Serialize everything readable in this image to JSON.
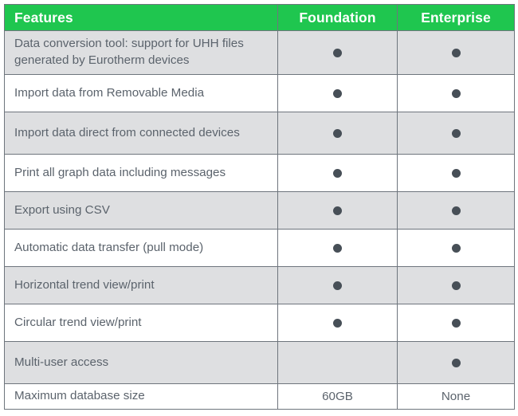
{
  "table": {
    "columns": [
      {
        "key": "feature",
        "label": "Features",
        "align": "left"
      },
      {
        "key": "foundation",
        "label": "Foundation",
        "align": "center"
      },
      {
        "key": "enterprise",
        "label": "Enterprise",
        "align": "center"
      }
    ],
    "colors": {
      "header_background": "#1FC64F",
      "header_text": "#FFFFFF",
      "row_shaded_background": "#DEDFE1",
      "row_plain_background": "#FFFFFF",
      "border": "#6E757D",
      "body_text": "#5B636C",
      "bullet": "#474F57"
    },
    "rows": [
      {
        "feature": "Data conversion tool: support for UHH files generated by Eurotherm devices",
        "foundation": "●",
        "enterprise": "●",
        "foundation_type": "bullet",
        "enterprise_type": "bullet",
        "shaded": true
      },
      {
        "feature": "Import data from Removable Media",
        "foundation": "●",
        "enterprise": "●",
        "foundation_type": "bullet",
        "enterprise_type": "bullet",
        "shaded": false
      },
      {
        "feature": "Import data direct from connected devices",
        "foundation": "●",
        "enterprise": "●",
        "foundation_type": "bullet",
        "enterprise_type": "bullet",
        "shaded": true
      },
      {
        "feature": "Print all graph data including messages",
        "foundation": "●",
        "enterprise": "●",
        "foundation_type": "bullet",
        "enterprise_type": "bullet",
        "shaded": false
      },
      {
        "feature": "Export using CSV",
        "foundation": "●",
        "enterprise": "●",
        "foundation_type": "bullet",
        "enterprise_type": "bullet",
        "shaded": true
      },
      {
        "feature": "Automatic data transfer (pull mode)",
        "foundation": "●",
        "enterprise": "●",
        "foundation_type": "bullet",
        "enterprise_type": "bullet",
        "shaded": false
      },
      {
        "feature": "Horizontal trend view/print",
        "foundation": "●",
        "enterprise": "●",
        "foundation_type": "bullet",
        "enterprise_type": "bullet",
        "shaded": true
      },
      {
        "feature": "Circular trend view/print",
        "foundation": "●",
        "enterprise": "●",
        "foundation_type": "bullet",
        "enterprise_type": "bullet",
        "shaded": false
      },
      {
        "feature": "Multi-user access",
        "foundation": "",
        "enterprise": "●",
        "foundation_type": "empty",
        "enterprise_type": "bullet",
        "shaded": true
      },
      {
        "feature": "Maximum database size",
        "foundation": "60GB",
        "enterprise": "None",
        "foundation_type": "text",
        "enterprise_type": "text",
        "shaded": false
      }
    ]
  }
}
